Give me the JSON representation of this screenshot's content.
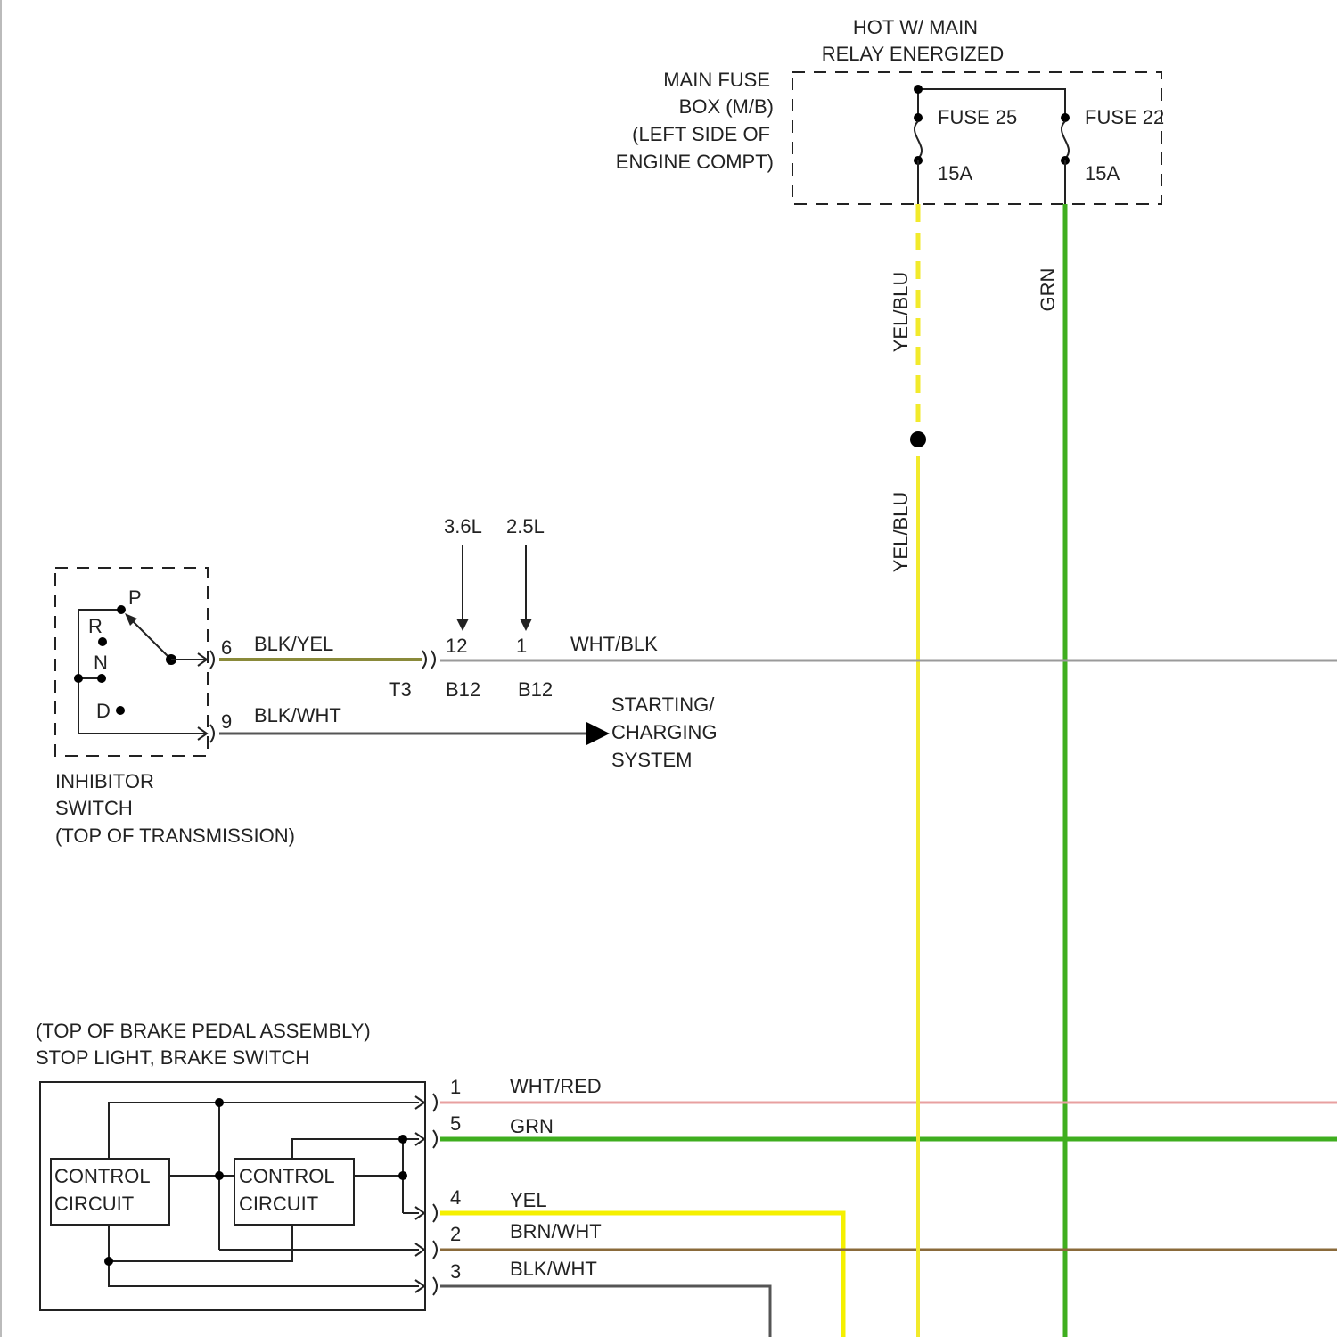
{
  "colors": {
    "yel_blu": "#f2ea2b",
    "grn": "#3fae1f",
    "wht_blk": "#9a9a9a",
    "blk_yel": "#8a8a3a",
    "blk_wht": "#555555",
    "wht_red": "#e8a0a0",
    "yel": "#f5f000",
    "brn_wht": "#8a6a3a",
    "line": "#222222"
  },
  "main_fuse": {
    "hot_label_1": "HOT W/ MAIN",
    "hot_label_2": "RELAY ENERGIZED",
    "box_label_1": "MAIN FUSE",
    "box_label_2": "BOX (M/B)",
    "box_label_3": "(LEFT SIDE OF",
    "box_label_4": "ENGINE COMPT)",
    "fuse_a_name": "FUSE 25",
    "fuse_a_rating": "15A",
    "fuse_b_name": "FUSE 22",
    "fuse_b_rating": "15A"
  },
  "vertical_wires": {
    "yel_blu_upper": "YEL/BLU",
    "yel_blu_lower": "YEL/BLU",
    "grn": "GRN"
  },
  "inhibitor": {
    "pos_p": "P",
    "pos_r": "R",
    "pos_n": "N",
    "pos_d": "D",
    "pin_6": "6",
    "pin_9": "9",
    "wire_6": "BLK/YEL",
    "wire_9": "BLK/WHT",
    "label_1": "INHIBITOR",
    "label_2": "SWITCH",
    "label_3": "(TOP OF TRANSMISSION)"
  },
  "connectors": {
    "engine_a": "3.6L",
    "engine_b": "2.5L",
    "pin_a": "12",
    "pin_b": "1",
    "conn_t3": "T3",
    "conn_b12_a": "B12",
    "conn_b12_b": "B12",
    "wire_out": "WHT/BLK"
  },
  "starting": {
    "label_1": "STARTING/",
    "label_2": "CHARGING",
    "label_3": "SYSTEM"
  },
  "brake_switch": {
    "title_1": "(TOP OF BRAKE PEDAL ASSEMBLY)",
    "title_2": "STOP LIGHT, BRAKE SWITCH",
    "cc1_line1": "CONTROL",
    "cc1_line2": "CIRCUIT",
    "cc2_line1": "CONTROL",
    "cc2_line2": "CIRCUIT",
    "pins": [
      {
        "pin": "1",
        "wire": "WHT/RED"
      },
      {
        "pin": "5",
        "wire": "GRN"
      },
      {
        "pin": "4",
        "wire": "YEL"
      },
      {
        "pin": "2",
        "wire": "BRN/WHT"
      },
      {
        "pin": "3",
        "wire": "BLK/WHT"
      }
    ]
  }
}
